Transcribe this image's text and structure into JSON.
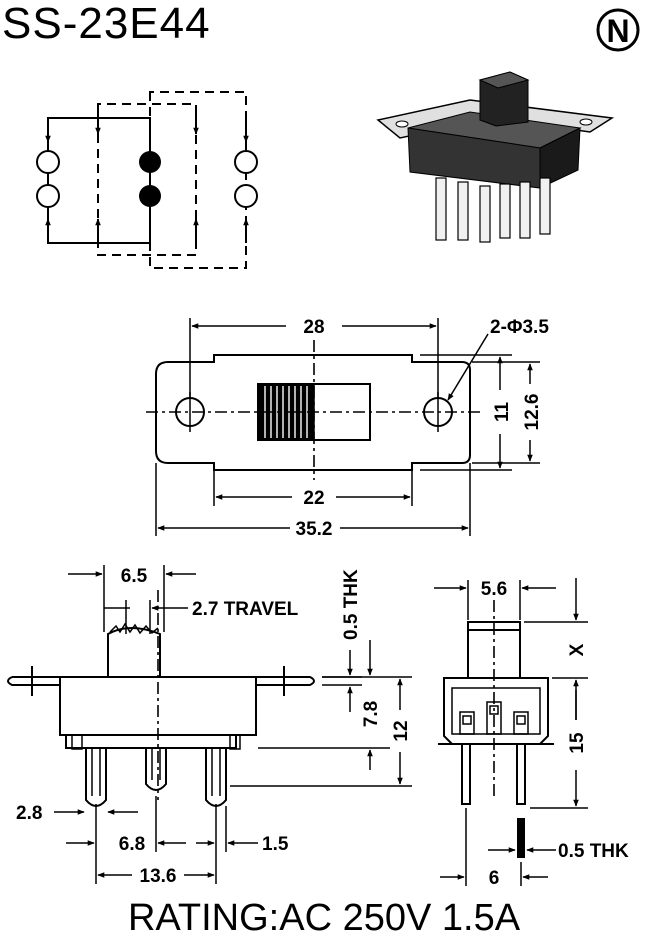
{
  "header": {
    "model": "SS-23E44",
    "logo_letter": "N"
  },
  "top_view": {
    "hole_spacing": "28",
    "hole_spec": "2-Φ3.5",
    "inner_height": "11",
    "outer_height": "12.6",
    "inner_width": "22",
    "overall_width": "35.2"
  },
  "side_view": {
    "knob_width": "6.5",
    "travel": "2.7 TRAVEL",
    "frame_thickness": "0.5 THK",
    "body_height": "7.8",
    "height_to_pins": "12",
    "pin_width": "2.8",
    "pin_pitch": "6.8",
    "pin_slot": "1.5",
    "pin_span": "13.6"
  },
  "end_view": {
    "knob_width": "5.6",
    "knob_height": "X",
    "body_to_pin": "15",
    "pin_thickness": "0.5 THK",
    "pin_row_spacing": "6"
  },
  "footer": {
    "rating": "RATING:AC 250V 1.5A"
  }
}
